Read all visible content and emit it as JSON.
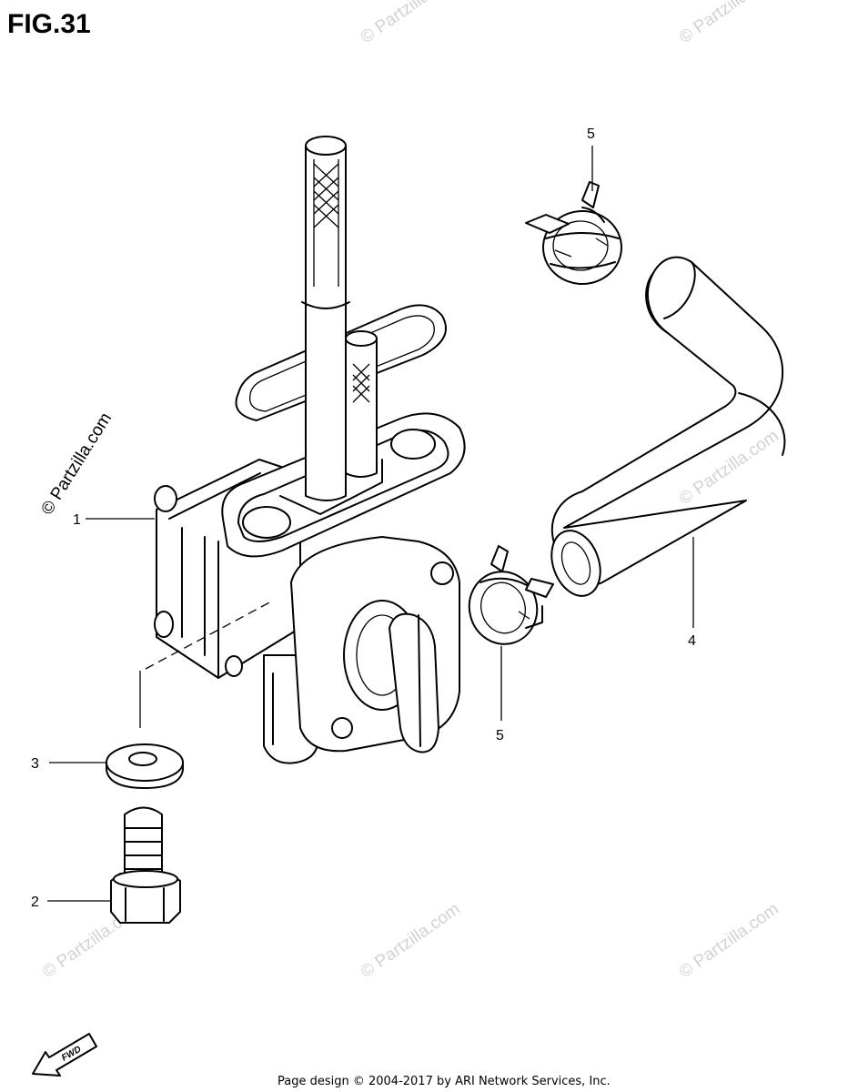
{
  "figure": {
    "title": "FIG.31"
  },
  "callouts": {
    "part_1": "1",
    "part_2": "2",
    "part_3": "3",
    "part_4": "4",
    "part_5_top": "5",
    "part_5_bottom": "5"
  },
  "watermarks": {
    "main": "© Partzilla.com",
    "faint": "© Partzilla.com"
  },
  "fwd_label": "FWD",
  "footer": {
    "copyright": "Page design © 2004-2017 by ARI Network Services, Inc."
  },
  "colors": {
    "line": "#000000",
    "watermark": "#d2d2d2",
    "background": "#ffffff"
  }
}
